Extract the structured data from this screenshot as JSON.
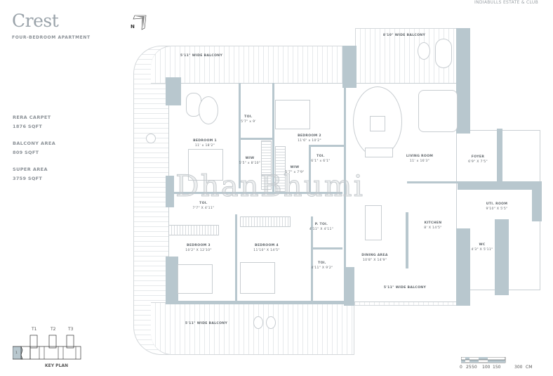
{
  "header": {
    "title": "Crest",
    "subtitle": "FOUR-BEDROOM APARTMENT",
    "brand": "INDIABULLS ESTATE & CLUB",
    "north_label": "N"
  },
  "areas": [
    {
      "label": "RERA CARPET",
      "value": "1876 SQFT"
    },
    {
      "label": "BALCONY AREA",
      "value": "809 SQFT"
    },
    {
      "label": "SUPER AREA",
      "value": "3759 SQFT"
    }
  ],
  "rooms": [
    {
      "name": "5'11\" WIDE BALCONY",
      "dim": ""
    },
    {
      "name": "8'10\" WIDE BALCONY",
      "dim": ""
    },
    {
      "name": "TOI.",
      "dim": "5'7\" x 9'"
    },
    {
      "name": "BEDROOM 1",
      "dim": "11' x 18'2\""
    },
    {
      "name": "BEDROOM 2",
      "dim": "11'6\" x 10'2\""
    },
    {
      "name": "WIW",
      "dim": "5'5\" x 8'10\""
    },
    {
      "name": "TOI.",
      "dim": "6'1\" x 6'1\""
    },
    {
      "name": "WIW",
      "dim": "5'7\" x 7'9\""
    },
    {
      "name": "LIVING ROOM",
      "dim": "11' x 16'3\""
    },
    {
      "name": "FOYER",
      "dim": "6'9\" X 7'5\""
    },
    {
      "name": "UTI. ROOM",
      "dim": "9'10\" X 5'5\""
    },
    {
      "name": "TOI.",
      "dim": "7'7\" X 4'11\""
    },
    {
      "name": "BEDROOM 3",
      "dim": "10'2\" X 12'10\""
    },
    {
      "name": "BEDROOM 4",
      "dim": "11'10\" X 14'5\""
    },
    {
      "name": "P. TOI.",
      "dim": "4'11\" X 4'11\""
    },
    {
      "name": "TOI.",
      "dim": "4'11\" X 9'2\""
    },
    {
      "name": "KITCHEN",
      "dim": "8' X 14'5\""
    },
    {
      "name": "DINING AREA",
      "dim": "10'8\" X 14'9\""
    },
    {
      "name": "WC",
      "dim": "4'3\" X 5'11\""
    },
    {
      "name": "5'11\" WIDE BALCONY",
      "dim": ""
    },
    {
      "name": "5'11\" WIDE BALCONY",
      "dim": ""
    }
  ],
  "watermark": "DhanBhumi",
  "key_plan": {
    "label": "KEY PLAN",
    "towers": [
      "T1",
      "T2",
      "T3"
    ],
    "unit_marker": "1",
    "highlight_color": "#b8c7ce"
  },
  "scale_bar": {
    "ticks": [
      "0",
      "25",
      "50",
      "100",
      "150",
      "300"
    ],
    "unit": "CM"
  },
  "colors": {
    "wall": "#b8c7ce",
    "text": "#6d7277"
  }
}
